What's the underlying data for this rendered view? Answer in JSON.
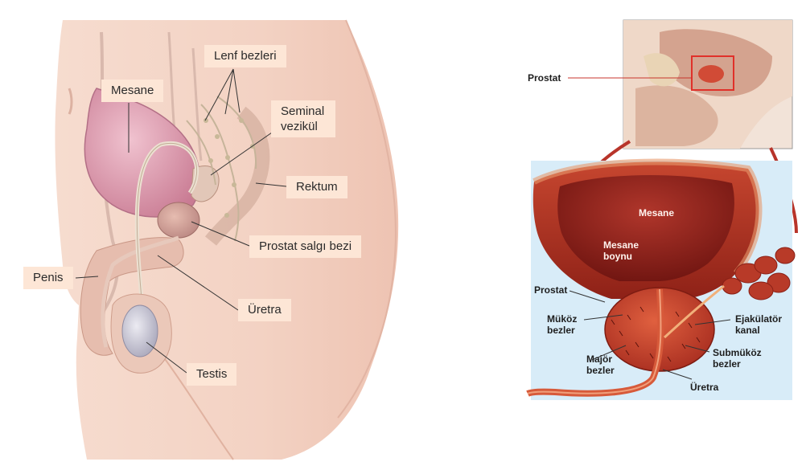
{
  "left_panel": {
    "labels": {
      "lenf": "Lenf bezleri",
      "mesane": "Mesane",
      "seminal_1": "Seminal",
      "seminal_2": "vezikül",
      "rektum": "Rektum",
      "prostat": "Prostat salgı bezi",
      "penis": "Penis",
      "uretra": "Üretra",
      "testis": "Testis"
    }
  },
  "right_panel": {
    "inset_label": "Prostat",
    "labels": {
      "mesane": "Mesane",
      "mesane_boynu_1": "Mesane",
      "mesane_boynu_2": "boynu",
      "prostat": "Prostat",
      "mukoz_1": "Müköz",
      "mukoz_2": "bezler",
      "major_1": "Majör",
      "major_2": "bezler",
      "ejak_1": "Ejakülatör",
      "ejak_2": "kanal",
      "submukoz_1": "Submüköz",
      "submukoz_2": "bezler",
      "uretra": "Üretra"
    }
  },
  "colors": {
    "skin": "#f3d4c6",
    "bladder": "#d68fa6",
    "label_bg": "#fde6d6",
    "tissue_red": "#b8342a",
    "inset_bg": "#d8ecf8",
    "highlight_box": "#e0312a"
  }
}
